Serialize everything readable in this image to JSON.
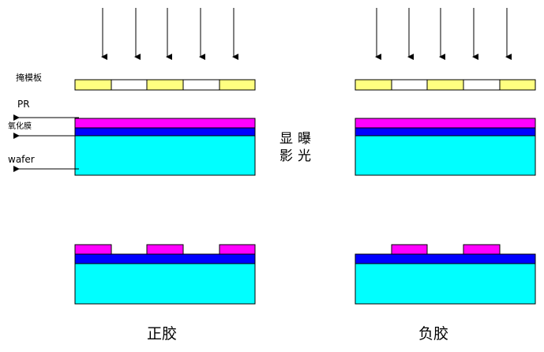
{
  "labels": {
    "mask": "掩模板",
    "pr": "PR",
    "oxide": "氧化膜",
    "wafer": "wafer",
    "exposure_col1": "曝",
    "exposure_col2": "光",
    "develop_col1": "显",
    "develop_col2": "影",
    "positive": "正胶",
    "negative": "负胶"
  },
  "colors": {
    "mask_opaque": "#ffff80",
    "mask_clear": "#ffffff",
    "photoresist": "#ff00ff",
    "oxide": "#0000ff",
    "wafer": "#00ffff",
    "line": "#000000"
  },
  "mask_pattern": [
    "opaque",
    "clear",
    "opaque",
    "clear",
    "opaque"
  ],
  "light_arrow_count": 5,
  "positive_result_resist": [
    "kept",
    "removed",
    "kept",
    "removed",
    "kept"
  ],
  "negative_result_resist": [
    "removed",
    "kept",
    "removed",
    "kept",
    "removed"
  ]
}
